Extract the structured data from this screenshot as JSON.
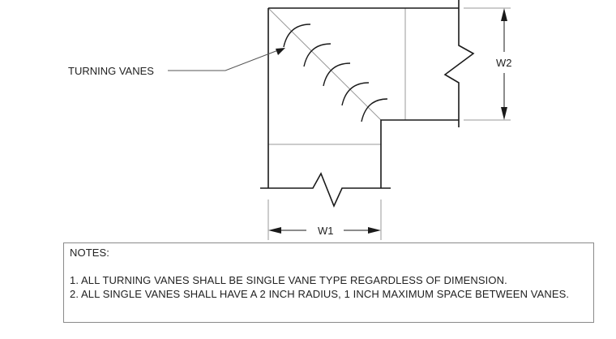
{
  "diagram": {
    "callout_label": "TURNING VANES",
    "dimension_w1": "W1",
    "dimension_w2": "W2"
  },
  "notes": {
    "heading": "NOTES:",
    "items": [
      "1.  ALL TURNING VANES SHALL BE SINGLE VANE TYPE REGARDLESS OF DIMENSION.",
      "2.  ALL SINGLE VANES SHALL HAVE A 2 INCH RADIUS, 1 INCH MAXIMUM SPACE BETWEEN VANES."
    ]
  },
  "colors": {
    "line": "#1a1a1a",
    "thin_line": "#9a9a9a",
    "text": "#222222"
  }
}
